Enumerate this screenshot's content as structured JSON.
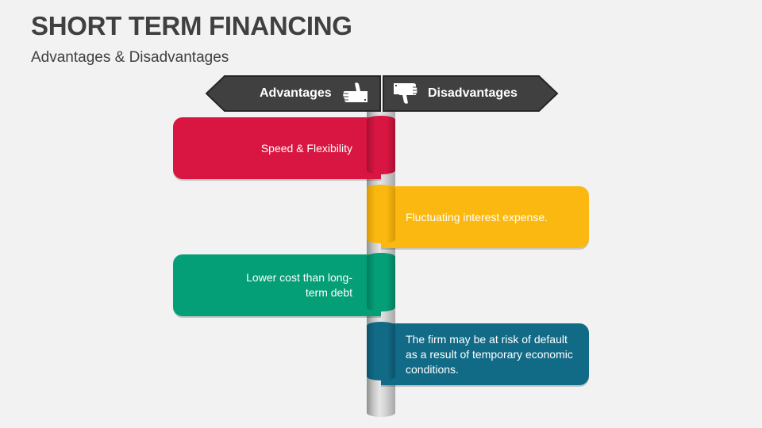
{
  "header": {
    "title": "SHORT TERM FINANCING",
    "subtitle": "Advantages & Disadvantages"
  },
  "signs": {
    "advantages": {
      "label": "Advantages",
      "icon": "thumbs-up-icon"
    },
    "disadvantages": {
      "label": "Disadvantages",
      "icon": "thumbs-down-icon"
    },
    "color": "#404040"
  },
  "items": [
    {
      "side": "left",
      "type": "advantage",
      "text": "Speed  & Flexibility",
      "color": "#d81641"
    },
    {
      "side": "right",
      "type": "disadvantage",
      "text": "Fluctuating interest expense.",
      "color": "#fbb810"
    },
    {
      "side": "left",
      "type": "advantage",
      "text": "Lower cost than long-term debt",
      "color": "#049e77"
    },
    {
      "side": "right",
      "type": "disadvantage",
      "text": "The firm may be at risk of default as a result of temporary economic conditions.",
      "color": "#116b87"
    }
  ]
}
